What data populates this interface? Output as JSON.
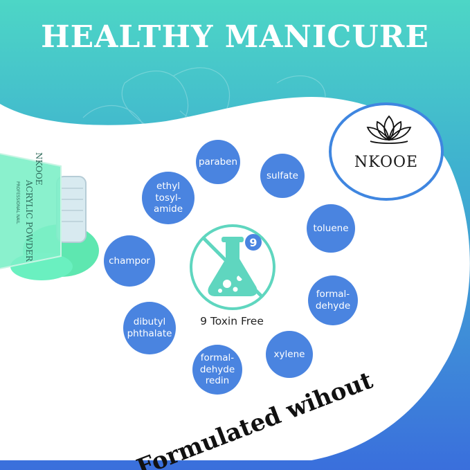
{
  "headline": "HEALTHY MANICURE",
  "brand": {
    "name": "NKOOE",
    "icon": "lotus-icon",
    "ring_color": "#3f86e0"
  },
  "product_label": {
    "name": "ACRYLIC POWDER",
    "subline": "PROFESSIONAL NAIL",
    "brand": "NKOOE"
  },
  "toxin_free": {
    "count": "9",
    "label": "9 Toxin Free",
    "icon": "flask-prohibited-icon",
    "icon_color": "#5fd6bf"
  },
  "ingredients": [
    "paraben",
    "sulfate",
    "ethyl\ntosyl-\namide",
    "toluene",
    "champor",
    "formal-\ndehyde",
    "dibutyl\nphthalate",
    "xylene",
    "formal-\ndehyde\nredin"
  ],
  "tagline": "Formulated wihout",
  "colors": {
    "badge": "#4a84e0",
    "gradient_top": "#4dd6c6",
    "gradient_bottom": "#3a6fdc",
    "powder": "#5ee7b0"
  }
}
